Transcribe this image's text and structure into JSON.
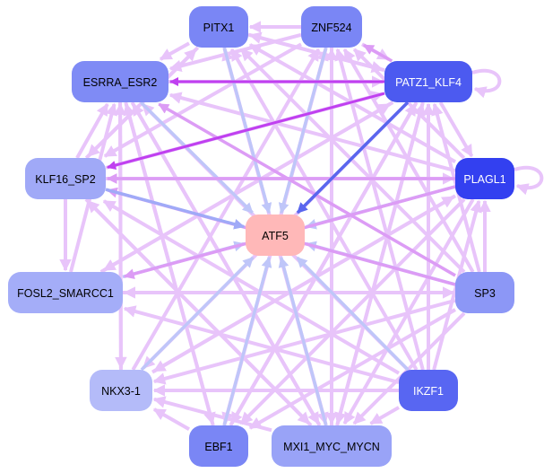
{
  "diagram": {
    "type": "directed-network",
    "target_node": "ATF5",
    "nodes": [
      {
        "id": "PITX1",
        "label": "PITX1",
        "fill": "#7A86F5",
        "text_color": "#000000"
      },
      {
        "id": "ZNF524",
        "label": "ZNF524",
        "fill": "#7A86F5",
        "text_color": "#000000"
      },
      {
        "id": "ESRRA_ESR2",
        "label": "ESRRA_ESR2",
        "fill": "#7F8BF5",
        "text_color": "#000000"
      },
      {
        "id": "PATZ1_KLF4",
        "label": "PATZ1_KLF4",
        "fill": "#4C5AF0",
        "text_color": "#ffffff"
      },
      {
        "id": "KLF16_SP2",
        "label": "KLF16_SP2",
        "fill": "#A0A9F7",
        "text_color": "#000000"
      },
      {
        "id": "PLAGL1",
        "label": "PLAGL1",
        "fill": "#3340F0",
        "text_color": "#ffffff"
      },
      {
        "id": "ATF5",
        "label": "ATF5",
        "fill": "#FFB8B8",
        "text_color": "#000000"
      },
      {
        "id": "FOSL2_SMARCC1",
        "label": "FOSL2_SMARCC1",
        "fill": "#A4ADF8",
        "text_color": "#000000"
      },
      {
        "id": "SP3",
        "label": "SP3",
        "fill": "#8C97F6",
        "text_color": "#000000"
      },
      {
        "id": "NKX3-1",
        "label": "NKX3-1",
        "fill": "#B4BBF9",
        "text_color": "#000000"
      },
      {
        "id": "IKZF1",
        "label": "IKZF1",
        "fill": "#5866F2",
        "text_color": "#ffffff"
      },
      {
        "id": "EBF1",
        "label": "EBF1",
        "fill": "#7A86F5",
        "text_color": "#000000"
      },
      {
        "id": "MXI1_MYC_MYCN",
        "label": "MXI1_MYC_MYCN",
        "fill": "#99A3F7",
        "text_color": "#000000"
      }
    ],
    "edge_colors": {
      "weak_pink": "#E8C4FA",
      "mid_pink": "#DC9CF5",
      "strong_purple": "#C040F0",
      "to_target_light": "#BFC6F9",
      "to_target_mid": "#A0AAF7",
      "to_target_strong": "#5A66EE"
    },
    "edges": [
      {
        "from": "PITX1",
        "to": "ATF5",
        "color": "to_target_light"
      },
      {
        "from": "ZNF524",
        "to": "ATF5",
        "color": "to_target_light"
      },
      {
        "from": "ESRRA_ESR2",
        "to": "ATF5",
        "color": "to_target_light"
      },
      {
        "from": "PATZ1_KLF4",
        "to": "ATF5",
        "color": "to_target_strong"
      },
      {
        "from": "KLF16_SP2",
        "to": "ATF5",
        "color": "to_target_mid"
      },
      {
        "from": "PLAGL1",
        "to": "ATF5",
        "color": "to_target_light"
      },
      {
        "from": "FOSL2_SMARCC1",
        "to": "ATF5",
        "color": "to_target_light"
      },
      {
        "from": "SP3",
        "to": "ATF5",
        "color": "to_target_light"
      },
      {
        "from": "NKX3-1",
        "to": "ATF5",
        "color": "to_target_light"
      },
      {
        "from": "IKZF1",
        "to": "ATF5",
        "color": "to_target_light"
      },
      {
        "from": "EBF1",
        "to": "ATF5",
        "color": "to_target_light"
      },
      {
        "from": "MXI1_MYC_MYCN",
        "to": "ATF5",
        "color": "to_target_light"
      },
      {
        "from": "PATZ1_KLF4",
        "to": "ESRRA_ESR2",
        "color": "strong_purple"
      },
      {
        "from": "PATZ1_KLF4",
        "to": "KLF16_SP2",
        "color": "strong_purple"
      },
      {
        "from": "PATZ1_KLF4",
        "to": "ZNF524",
        "color": "mid_pink"
      },
      {
        "from": "PATZ1_KLF4",
        "to": "PATZ1_KLF4",
        "color": "weak_pink"
      },
      {
        "from": "PLAGL1",
        "to": "PLAGL1",
        "color": "weak_pink"
      },
      {
        "from": "SP3",
        "to": "ESRRA_ESR2",
        "color": "mid_pink"
      },
      {
        "from": "SP3",
        "to": "KLF16_SP2",
        "color": "mid_pink"
      },
      {
        "from": "PLAGL1",
        "to": "KLF16_SP2",
        "color": "mid_pink"
      },
      {
        "from": "PLAGL1",
        "to": "ESRRA_ESR2",
        "color": "weak_pink"
      },
      {
        "from": "PLAGL1",
        "to": "FOSL2_SMARCC1",
        "color": "mid_pink"
      },
      {
        "from": "PATZ1_KLF4",
        "to": "PITX1",
        "color": "weak_pink"
      },
      {
        "from": "PATZ1_KLF4",
        "to": "FOSL2_SMARCC1",
        "color": "weak_pink"
      },
      {
        "from": "PATZ1_KLF4",
        "to": "NKX3-1",
        "color": "weak_pink"
      },
      {
        "from": "PATZ1_KLF4",
        "to": "EBF1",
        "color": "weak_pink"
      },
      {
        "from": "PATZ1_KLF4",
        "to": "MXI1_MYC_MYCN",
        "color": "weak_pink"
      },
      {
        "from": "PATZ1_KLF4",
        "to": "PLAGL1",
        "color": "weak_pink"
      },
      {
        "from": "PLAGL1",
        "to": "PITX1",
        "color": "weak_pink"
      },
      {
        "from": "PLAGL1",
        "to": "ZNF524",
        "color": "weak_pink"
      },
      {
        "from": "PLAGL1",
        "to": "NKX3-1",
        "color": "weak_pink"
      },
      {
        "from": "PLAGL1",
        "to": "MXI1_MYC_MYCN",
        "color": "weak_pink"
      },
      {
        "from": "PLAGL1",
        "to": "EBF1",
        "color": "weak_pink"
      },
      {
        "from": "SP3",
        "to": "PITX1",
        "color": "weak_pink"
      },
      {
        "from": "SP3",
        "to": "ZNF524",
        "color": "weak_pink"
      },
      {
        "from": "SP3",
        "to": "FOSL2_SMARCC1",
        "color": "weak_pink"
      },
      {
        "from": "SP3",
        "to": "NKX3-1",
        "color": "weak_pink"
      },
      {
        "from": "SP3",
        "to": "EBF1",
        "color": "weak_pink"
      },
      {
        "from": "SP3",
        "to": "MXI1_MYC_MYCN",
        "color": "weak_pink"
      },
      {
        "from": "SP3",
        "to": "PLAGL1",
        "color": "weak_pink"
      },
      {
        "from": "SP3",
        "to": "PATZ1_KLF4",
        "color": "weak_pink"
      },
      {
        "from": "IKZF1",
        "to": "PITX1",
        "color": "weak_pink"
      },
      {
        "from": "IKZF1",
        "to": "ZNF524",
        "color": "weak_pink"
      },
      {
        "from": "IKZF1",
        "to": "ESRRA_ESR2",
        "color": "weak_pink"
      },
      {
        "from": "IKZF1",
        "to": "KLF16_SP2",
        "color": "weak_pink"
      },
      {
        "from": "IKZF1",
        "to": "FOSL2_SMARCC1",
        "color": "weak_pink"
      },
      {
        "from": "IKZF1",
        "to": "NKX3-1",
        "color": "weak_pink"
      },
      {
        "from": "IKZF1",
        "to": "MXI1_MYC_MYCN",
        "color": "weak_pink"
      },
      {
        "from": "IKZF1",
        "to": "PLAGL1",
        "color": "weak_pink"
      },
      {
        "from": "IKZF1",
        "to": "PATZ1_KLF4",
        "color": "weak_pink"
      },
      {
        "from": "MXI1_MYC_MYCN",
        "to": "PITX1",
        "color": "weak_pink"
      },
      {
        "from": "MXI1_MYC_MYCN",
        "to": "ZNF524",
        "color": "weak_pink"
      },
      {
        "from": "MXI1_MYC_MYCN",
        "to": "ESRRA_ESR2",
        "color": "weak_pink"
      },
      {
        "from": "MXI1_MYC_MYCN",
        "to": "KLF16_SP2",
        "color": "weak_pink"
      },
      {
        "from": "MXI1_MYC_MYCN",
        "to": "NKX3-1",
        "color": "weak_pink"
      },
      {
        "from": "MXI1_MYC_MYCN",
        "to": "PATZ1_KLF4",
        "color": "weak_pink"
      },
      {
        "from": "EBF1",
        "to": "ESRRA_ESR2",
        "color": "weak_pink"
      },
      {
        "from": "EBF1",
        "to": "ZNF524",
        "color": "weak_pink"
      },
      {
        "from": "EBF1",
        "to": "NKX3-1",
        "color": "weak_pink"
      },
      {
        "from": "EBF1",
        "to": "PATZ1_KLF4",
        "color": "weak_pink"
      },
      {
        "from": "NKX3-1",
        "to": "ESRRA_ESR2",
        "color": "weak_pink"
      },
      {
        "from": "NKX3-1",
        "to": "ZNF524",
        "color": "weak_pink"
      },
      {
        "from": "NKX3-1",
        "to": "PLAGL1",
        "color": "weak_pink"
      },
      {
        "from": "FOSL2_SMARCC1",
        "to": "ESRRA_ESR2",
        "color": "weak_pink"
      },
      {
        "from": "FOSL2_SMARCC1",
        "to": "PATZ1_KLF4",
        "color": "weak_pink"
      },
      {
        "from": "FOSL2_SMARCC1",
        "to": "SP3",
        "color": "weak_pink"
      },
      {
        "from": "KLF16_SP2",
        "to": "ESRRA_ESR2",
        "color": "weak_pink"
      },
      {
        "from": "KLF16_SP2",
        "to": "PITX1",
        "color": "weak_pink"
      },
      {
        "from": "KLF16_SP2",
        "to": "FOSL2_SMARCC1",
        "color": "weak_pink"
      },
      {
        "from": "KLF16_SP2",
        "to": "PLAGL1",
        "color": "weak_pink"
      },
      {
        "from": "KLF16_SP2",
        "to": "PATZ1_KLF4",
        "color": "weak_pink"
      },
      {
        "from": "KLF16_SP2",
        "to": "MXI1_MYC_MYCN",
        "color": "weak_pink"
      },
      {
        "from": "ESRRA_ESR2",
        "to": "PATZ1_KLF4",
        "color": "weak_pink"
      },
      {
        "from": "ESRRA_ESR2",
        "to": "MXI1_MYC_MYCN",
        "color": "weak_pink"
      },
      {
        "from": "ESRRA_ESR2",
        "to": "EBF1",
        "color": "weak_pink"
      },
      {
        "from": "ESRRA_ESR2",
        "to": "NKX3-1",
        "color": "weak_pink"
      },
      {
        "from": "PITX1",
        "to": "ESRRA_ESR2",
        "color": "weak_pink"
      },
      {
        "from": "PITX1",
        "to": "PATZ1_KLF4",
        "color": "weak_pink"
      },
      {
        "from": "PITX1",
        "to": "MXI1_MYC_MYCN",
        "color": "weak_pink"
      },
      {
        "from": "PITX1",
        "to": "KLF16_SP2",
        "color": "weak_pink"
      },
      {
        "from": "ZNF524",
        "to": "ESRRA_ESR2",
        "color": "weak_pink"
      },
      {
        "from": "ZNF524",
        "to": "PITX1",
        "color": "weak_pink"
      },
      {
        "from": "ZNF524",
        "to": "KLF16_SP2",
        "color": "weak_pink"
      },
      {
        "from": "ZNF524",
        "to": "EBF1",
        "color": "weak_pink"
      },
      {
        "from": "ZNF524",
        "to": "MXI1_MYC_MYCN",
        "color": "weak_pink"
      },
      {
        "from": "ZNF524",
        "to": "PATZ1_KLF4",
        "color": "weak_pink"
      }
    ]
  }
}
